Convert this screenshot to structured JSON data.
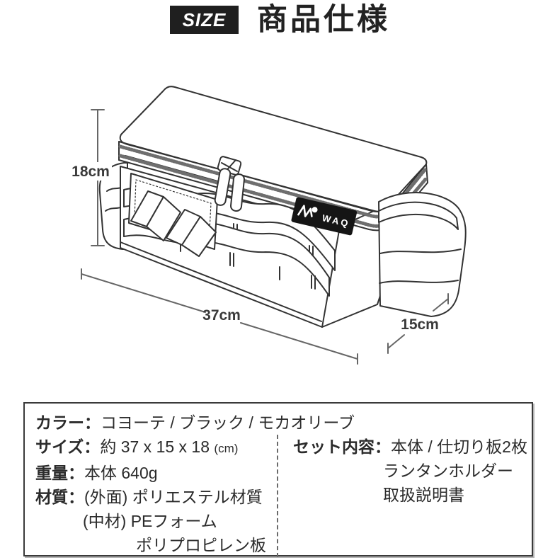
{
  "header": {
    "badge_label": "SIZE",
    "title": "商品仕様"
  },
  "diagram": {
    "brand": "WAQ",
    "dimensions": {
      "height": "18cm",
      "width": "37cm",
      "depth": "15cm"
    }
  },
  "spec_table": {
    "color": {
      "label": "カラー：",
      "value": "コヨーテ / ブラック / モカオリーブ"
    },
    "size": {
      "label": "サイズ：",
      "value": "約 37 x 15 x 18 ",
      "unit": "(cm)"
    },
    "weight": {
      "label": "重量：",
      "value": "本体 640g"
    },
    "material": {
      "label": "材質：",
      "line1": "(外面) ポリエステル材質",
      "line2": "(中材) PEフォーム",
      "line3": "ポリプロピレン板"
    },
    "set_contents": {
      "label": "セット内容：",
      "line1": "本体 / 仕切り板2枚",
      "line2": "ランタンホルダー",
      "line3": "取扱説明書"
    }
  },
  "colors": {
    "badge_bg": "#1f1f1f",
    "text": "#2b2b2b",
    "drawing_line": "#333333",
    "dimension_line": "#666666",
    "logo_patch_bg": "#151515"
  }
}
